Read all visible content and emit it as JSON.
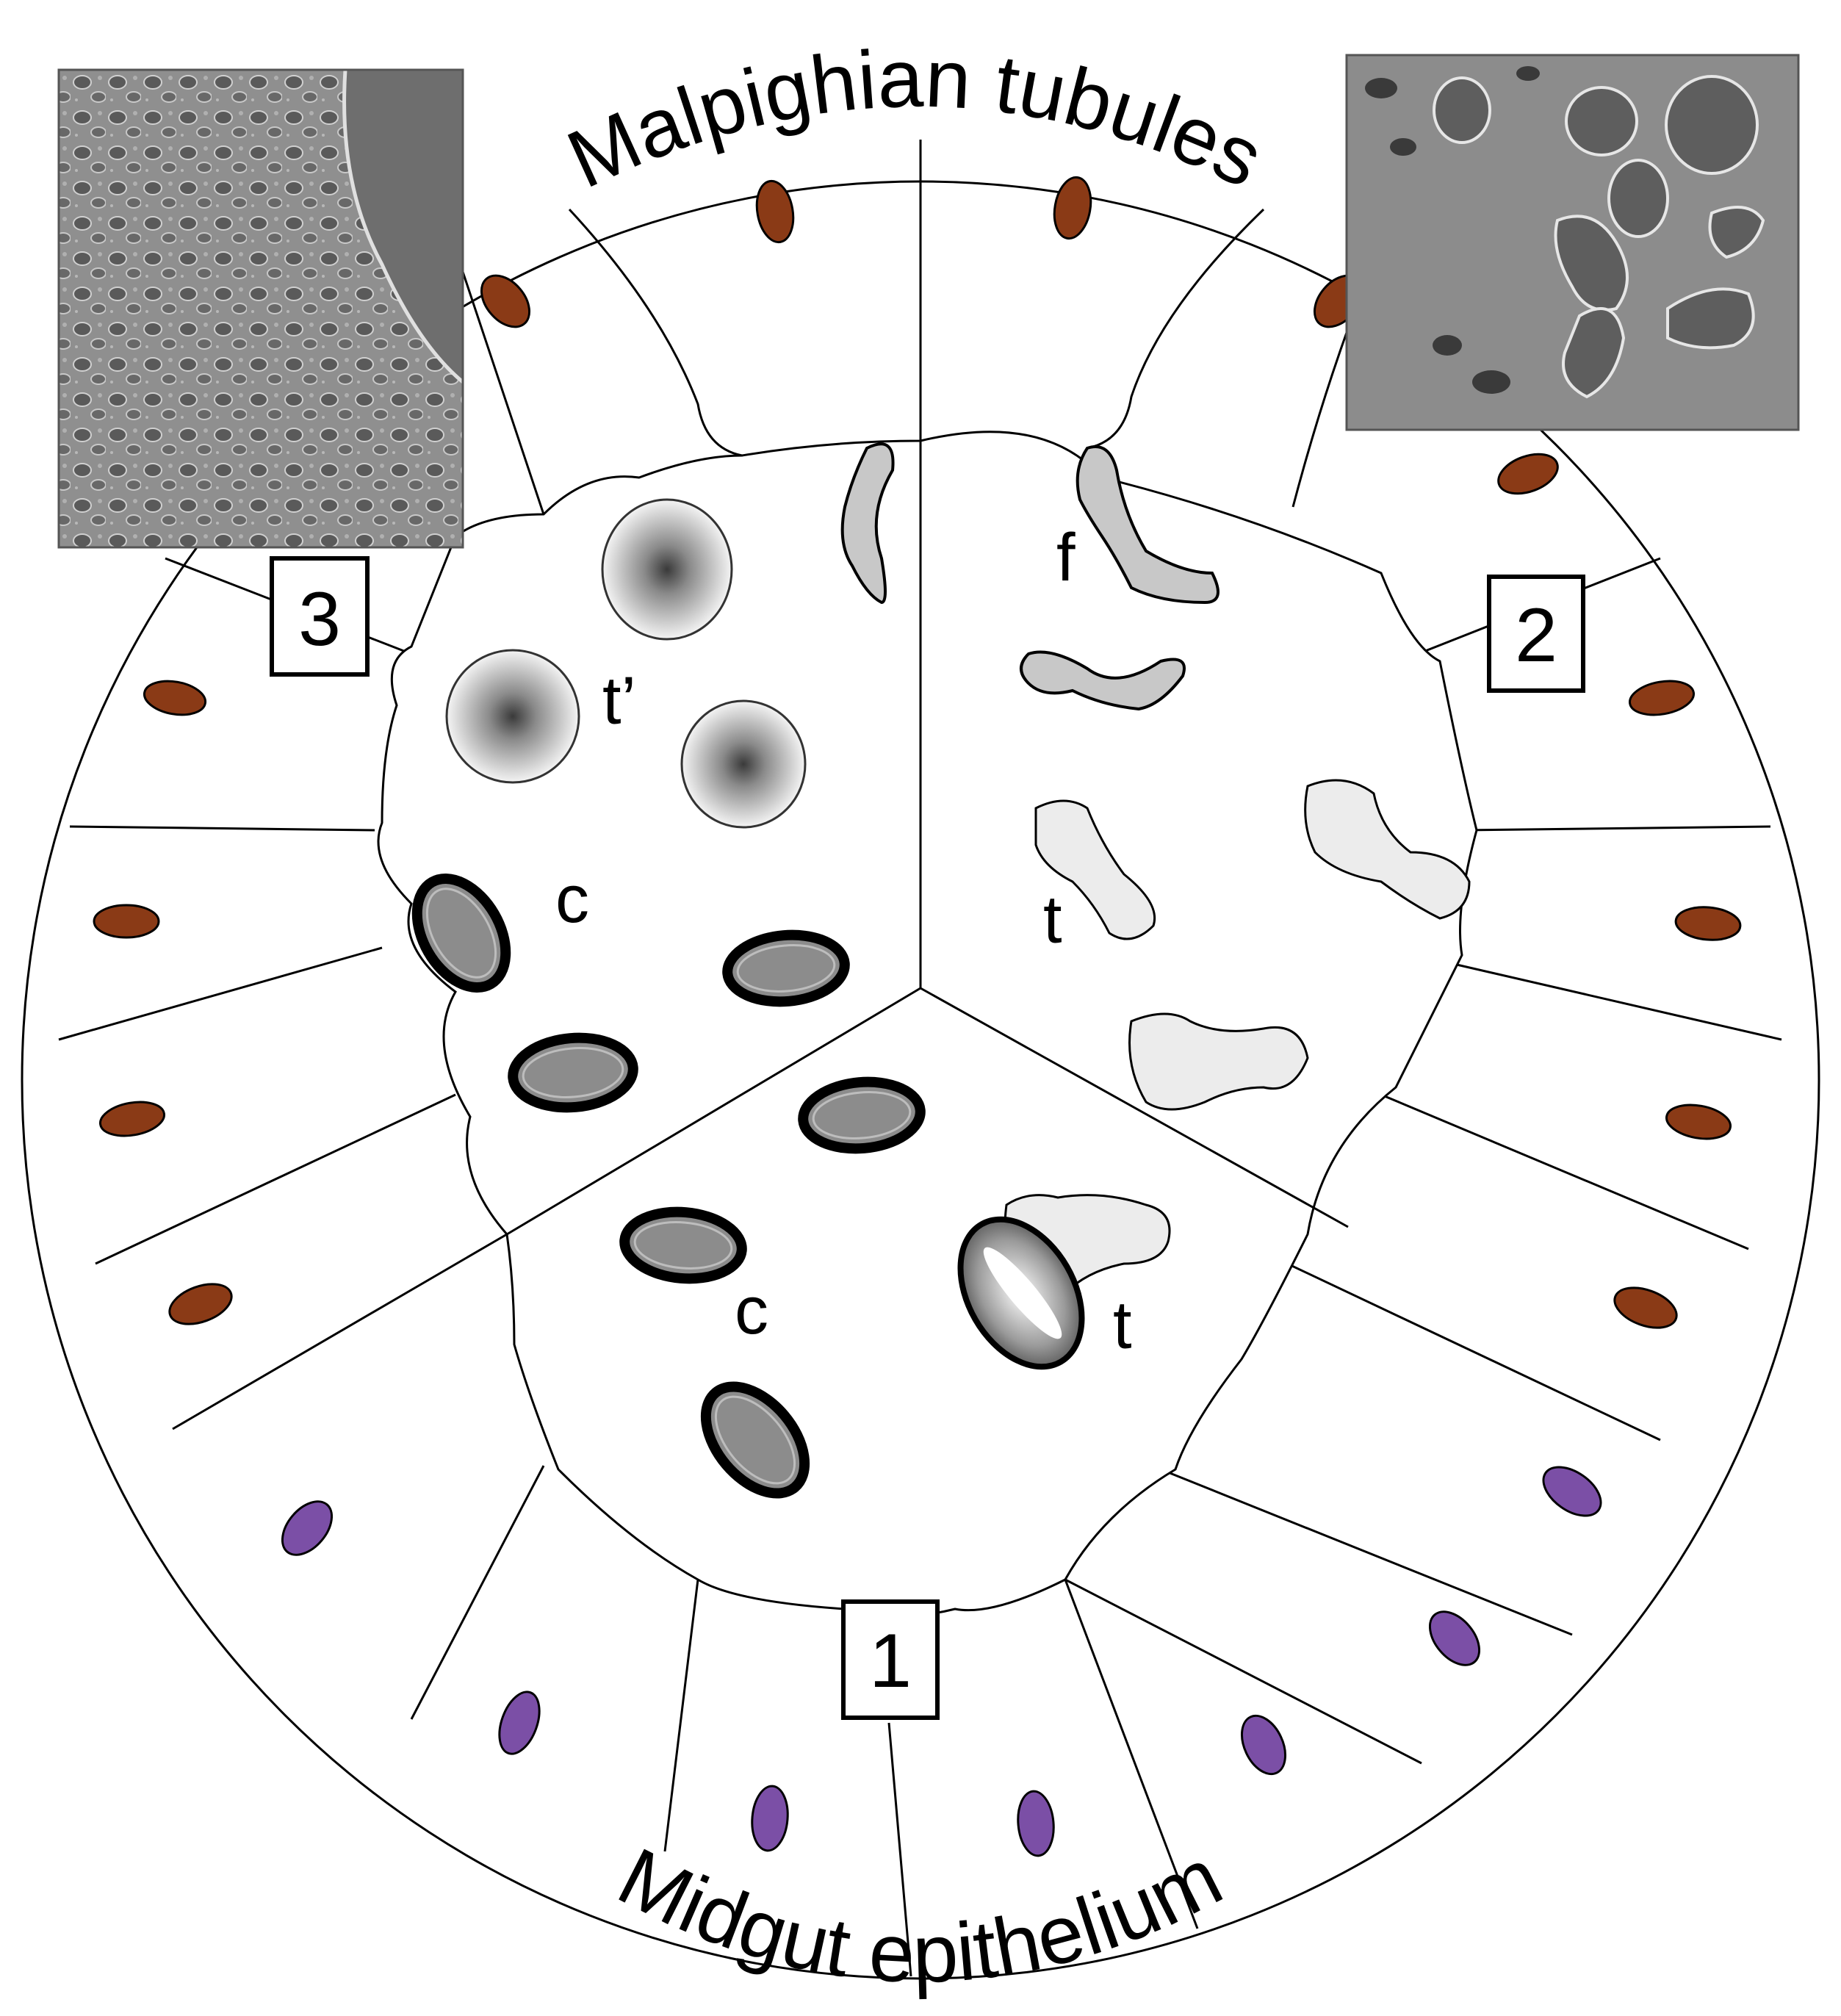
{
  "titles": {
    "top": "Malpighian tubules",
    "bottom": "Midgut epithelium"
  },
  "region_numbers": [
    "1",
    "2",
    "3"
  ],
  "labels": {
    "cyst_region3": "c",
    "cyst_region1": "c",
    "trophozoite_round": "t’",
    "fragment": "f",
    "trophozoite_region2": "t",
    "trophozoite_region1": "t"
  },
  "colors": {
    "midgut_nucleus": "#7b4fa6",
    "tubule_nucleus": "#8a3a16",
    "cyst_fill": "#8c8c8c",
    "fragment_fill": "#c8c8c8",
    "trophozoite_fill": "#ececec"
  },
  "photo_insets": [
    {
      "name": "cyst-micrograph-inset"
    },
    {
      "name": "trophozoite-micrograph-inset"
    }
  ]
}
